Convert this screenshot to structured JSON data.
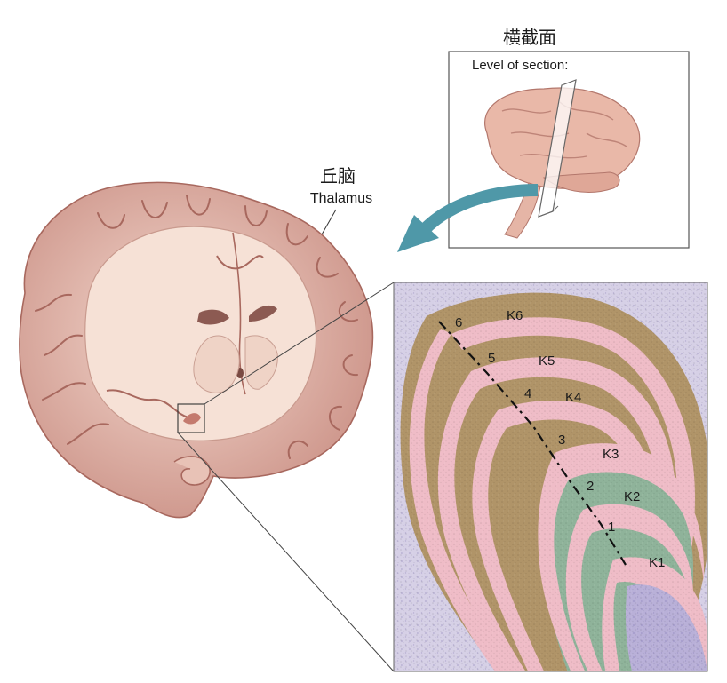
{
  "inset": {
    "heading": "横截面",
    "caption": "Level of section:"
  },
  "thalamus": {
    "label_cn": "丘脑",
    "label_en": "Thalamus"
  },
  "layers": {
    "numbers": [
      "6",
      "5",
      "4",
      "3",
      "2",
      "1"
    ],
    "names": [
      "K6",
      "K5",
      "K4",
      "K3",
      "K2",
      "K1"
    ]
  },
  "colors": {
    "tissue_parvo": "#b09468",
    "tissue_magno": "#8fb39a",
    "koniocellular": "#efbcc7",
    "background_stain": "#d6d0e6",
    "brain_pink": "#e5b8aa",
    "arrow": "#4f98a8"
  },
  "icons": [
    "brain-coronal-section",
    "brain-side-view",
    "section-plane",
    "curved-arrow"
  ]
}
